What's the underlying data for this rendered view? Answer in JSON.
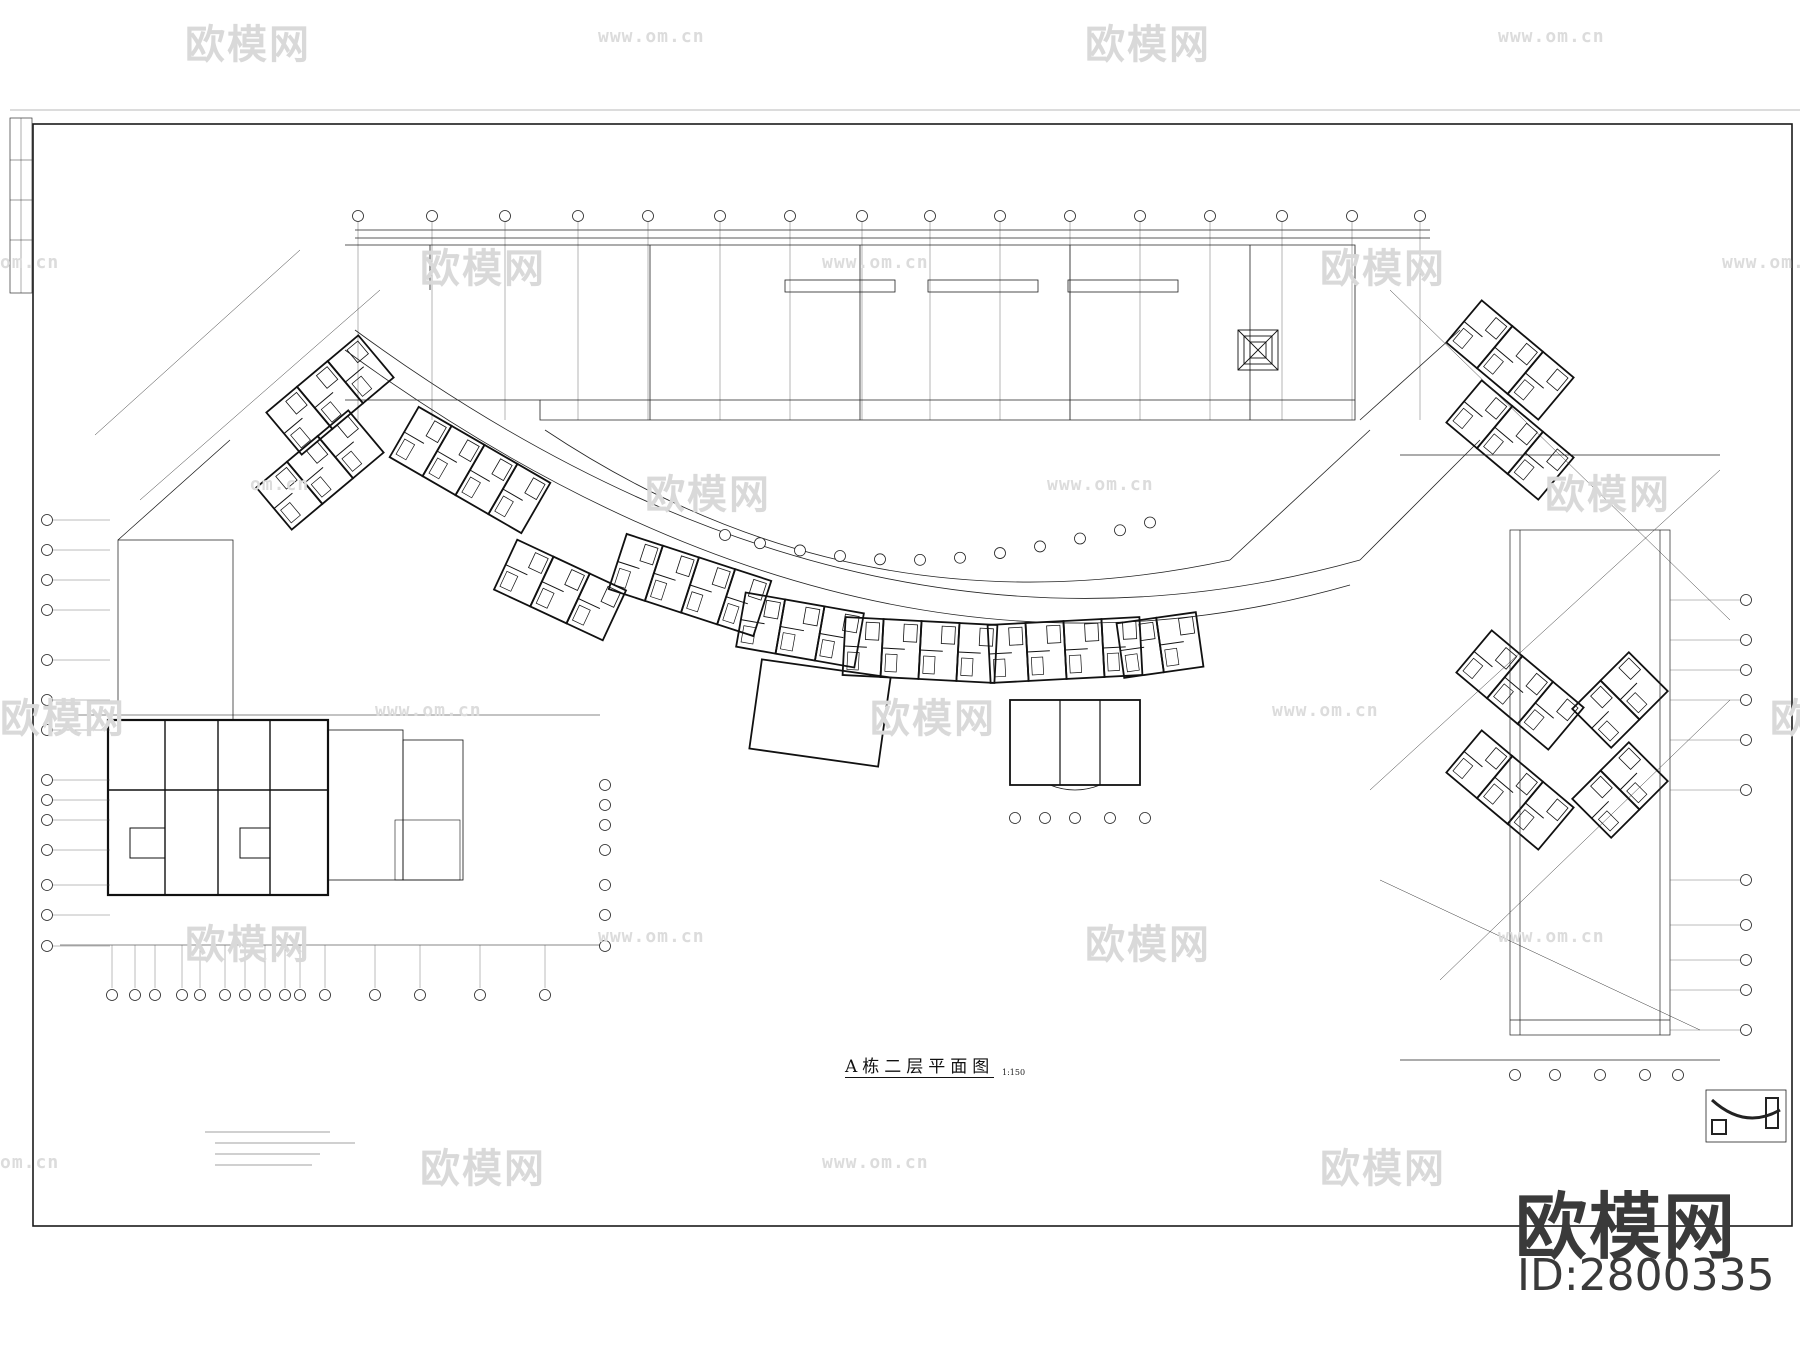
{
  "drawing": {
    "title": "A栋二层平面图",
    "scale": "1:150"
  },
  "watermark": {
    "logo_text": "欧模网",
    "url_text": "www.om.cn",
    "url_partial": "om.cn",
    "big_logo": "欧模网",
    "id_text": "ID:2800335"
  },
  "colors": {
    "line": "#1a1a1a",
    "watermark": "#d9d9d9",
    "brand": "#3a3a3a"
  }
}
